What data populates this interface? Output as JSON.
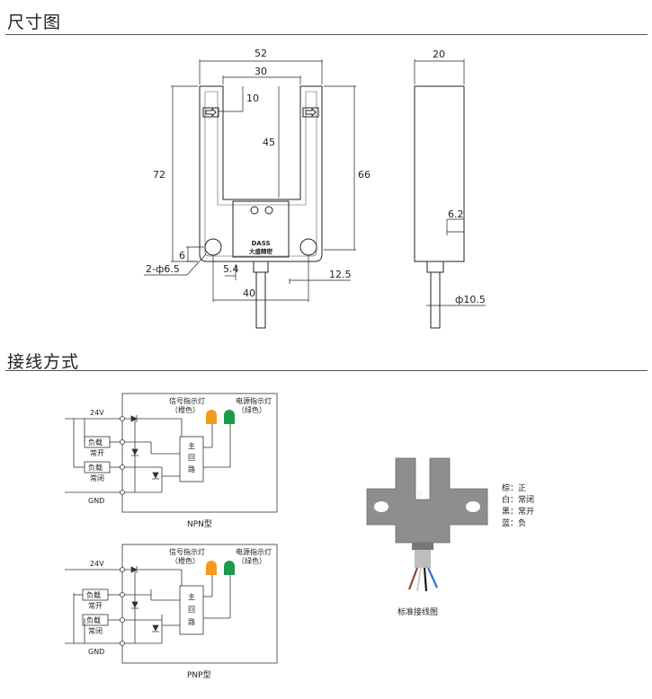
{
  "sections": {
    "dimensions_title": "尺寸图",
    "wiring_title": "接线方式"
  },
  "dimensions": {
    "front_width": "52",
    "slot_width": "30",
    "slot_top_offset": "10",
    "slot_depth": "45",
    "total_height": "72",
    "arm_height": "66",
    "hole_offset": "6",
    "hole_spec": "2-ф6.5",
    "cable_offset": "5.4",
    "hole_spacing": "40",
    "hole_edge": "12.5",
    "side_depth": "20",
    "side_step": "6.2",
    "cable_dia": "ф10.5",
    "brand_top": "DASS",
    "brand_bottom": "大盛精密"
  },
  "wiring": {
    "npn": {
      "supply": "24V",
      "ground": "GND",
      "signal_lamp": "信号指示灯",
      "signal_lamp_color": "（橙色）",
      "power_lamp": "电源指示灯",
      "power_lamp_color": "（绿色）",
      "load_no_box": "负载",
      "load_no_label": "常开",
      "load_nc_box": "负载",
      "load_nc_label": "常闭",
      "main_c1": "主",
      "main_c2": "回",
      "main_c3": "路",
      "caption": "NPN型"
    },
    "pnp": {
      "supply": "24V",
      "ground": "GND",
      "signal_lamp": "信号指示灯",
      "signal_lamp_color": "（橙色）",
      "power_lamp": "电源指示灯",
      "power_lamp_color": "（绿色）",
      "load_no_box": "负载",
      "load_no_label": "常开",
      "load_nc_box": "负载",
      "load_nc_label": "常闭",
      "main_c1": "主",
      "main_c2": "回",
      "main_c3": "路",
      "caption": "PNP型"
    },
    "legend": [
      "棕：正",
      "白：常闭",
      "黑：常开",
      "蓝：负"
    ],
    "photo_caption": "标准接线图"
  },
  "colors": {
    "orange_lamp": "#F39A1E",
    "green_lamp": "#1E9A4A",
    "sensor_body": "#8E8E8E",
    "wire_brown": "#8B4A2B",
    "wire_blue": "#2E6FD0",
    "wire_black": "#1A1A1A",
    "wire_white": "#F2F2F2"
  }
}
